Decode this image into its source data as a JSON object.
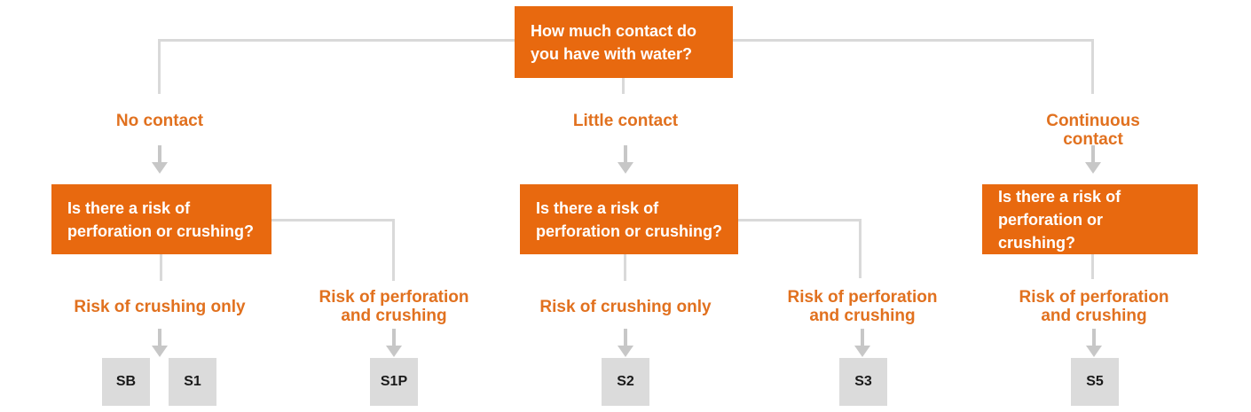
{
  "root": {
    "question": "How much contact do\nyou have with water?"
  },
  "branches": [
    {
      "label": "No contact",
      "question": "Is there a risk of\nperforation or crushing?",
      "answers": [
        {
          "label": "Risk of crushing only",
          "results": [
            "SB",
            "S1"
          ]
        },
        {
          "label": "Risk of perforation\nand crushing",
          "results": [
            "S1P"
          ]
        }
      ]
    },
    {
      "label": "Little contact",
      "question": "Is there a risk of\nperforation or crushing?",
      "answers": [
        {
          "label": "Risk of crushing only",
          "results": [
            "S2"
          ]
        },
        {
          "label": "Risk of perforation\nand crushing",
          "results": [
            "S3"
          ]
        }
      ]
    },
    {
      "label": "Continuous contact",
      "question": "Is there a risk of\nperforation or crushing?",
      "answers": [
        {
          "label": "Risk of perforation\nand crushing",
          "results": [
            "S5"
          ]
        }
      ]
    }
  ],
  "colors": {
    "orange": "#E8690F",
    "orange_text": "#E1711F",
    "line": "#D9D9D9",
    "arrow": "#C7C7C7",
    "result_bg": "#DBDBDB",
    "result_text": "#1A1A1A"
  }
}
